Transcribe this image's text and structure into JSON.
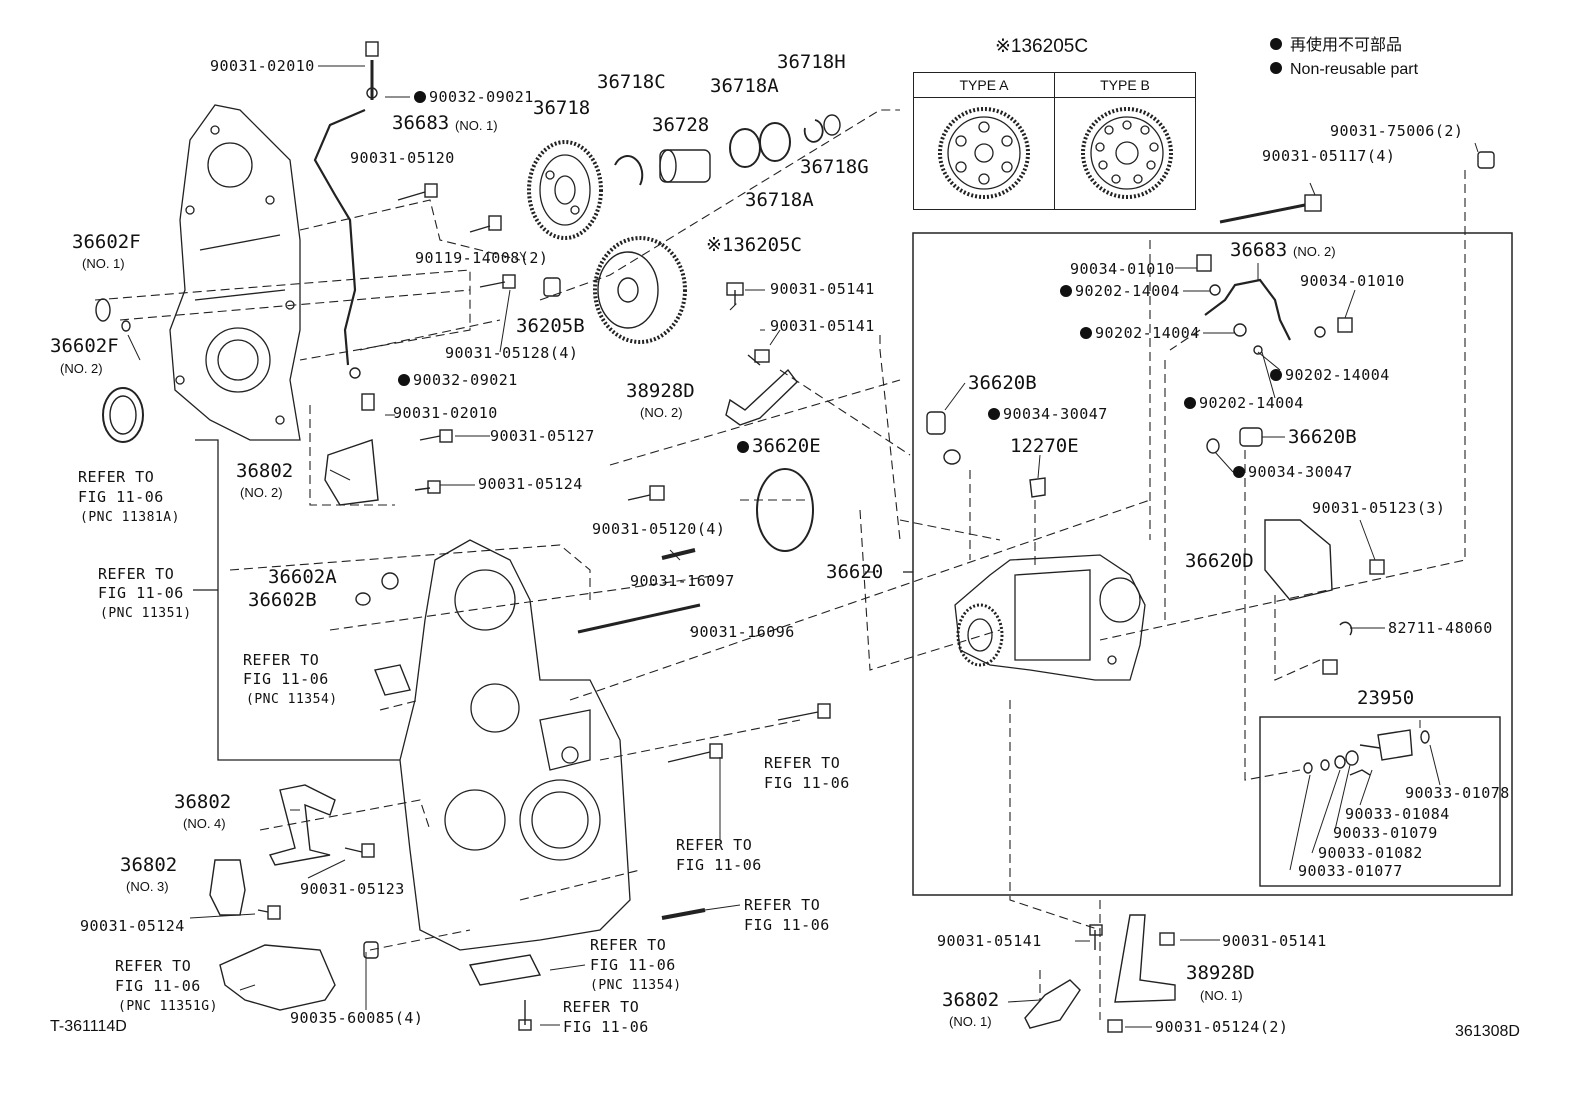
{
  "legend": {
    "mark_ja": "再使用不可部品",
    "mark_en": "Non-reusable part"
  },
  "type_box": {
    "title": "※136205C",
    "type_a": "TYPE A",
    "type_b": "TYPE B"
  },
  "footer": {
    "left_code": "T-361114D",
    "right_code": "361308D"
  },
  "labels": {
    "l01": "90031-02010",
    "l02": "90032-09021",
    "l03": "36683",
    "l03n": "(NO. 1)",
    "l04": "90031-05120",
    "l05": "36718",
    "l06": "36718C",
    "l07": "36728",
    "l08": "36718A",
    "l09": "36718H",
    "l10": "36718G",
    "l11": "36718A",
    "l12": "36602F",
    "l12n": "(NO. 1)",
    "l13": "90119-14008(2)",
    "l14": "※136205C",
    "l15": "90031-05141",
    "l16": "36602F",
    "l16n": "(NO. 2)",
    "l17": "36205B",
    "l18": "90031-05141",
    "l19": "90031-05128(4)",
    "l20": "90032-09021",
    "l21": "38928D",
    "l21n": "(NO. 2)",
    "l22": "90031-02010",
    "l23": "90031-05127",
    "l24": "36620E",
    "l25a": "REFER TO",
    "l25b": "FIG 11-06",
    "l25c": "(PNC 11381A)",
    "l26": "36802",
    "l26n": "(NO. 2)",
    "l27": "90031-05124",
    "l28": "90031-05120(4)",
    "l29a": "REFER TO",
    "l29b": "FIG 11-06",
    "l29c": "(PNC 11351)",
    "l30": "90031-16097",
    "l31": "36602A",
    "l32": "36602B",
    "l33": "90031-16096",
    "l34": "36620",
    "l35a": "REFER TO",
    "l35b": "FIG 11-06",
    "l35c": "(PNC 11354)",
    "l36a": "REFER TO",
    "l36b": "FIG 11-06",
    "l37": "36802",
    "l37n": "(NO. 4)",
    "l38a": "REFER TO",
    "l38b": "FIG 11-06",
    "l39": "36802",
    "l39n": "(NO. 3)",
    "l40": "90031-05123",
    "l41": "90031-05124",
    "l42a": "REFER TO",
    "l42b": "FIG 11-06",
    "l43a": "REFER TO",
    "l43b": "FIG 11-06",
    "l43c": "(PNC 11351G)",
    "l44a": "REFER TO",
    "l44b": "FIG 11-06",
    "l44c": "(PNC 11354)",
    "l45": "90035-60085(4)",
    "l46a": "REFER TO",
    "l46b": "FIG 11-06",
    "r01": "90031-75006(2)",
    "r02": "90031-05117(4)",
    "r03": "36683",
    "r03n": "(NO. 2)",
    "r04": "90034-01010",
    "r05": "90202-14004",
    "r06": "90034-01010",
    "r07": "90202-14004",
    "r08": "36620B",
    "r09": "90202-14004",
    "r10": "90034-30047",
    "r11": "90202-14004",
    "r12": "12270E",
    "r13": "36620B",
    "r14": "90034-30047",
    "r15": "90031-05123(3)",
    "r16": "36620D",
    "r17": "82711-48060",
    "r18": "23950",
    "r19": "90033-01078",
    "r20": "90033-01084",
    "r21": "90033-01079",
    "r22": "90033-01082",
    "r23": "90033-01077",
    "r24": "90031-05141",
    "r25": "90031-05141",
    "r26": "38928D",
    "r26n": "(NO. 1)",
    "r27": "36802",
    "r27n": "(NO. 1)",
    "r28": "90031-05124(2)"
  }
}
